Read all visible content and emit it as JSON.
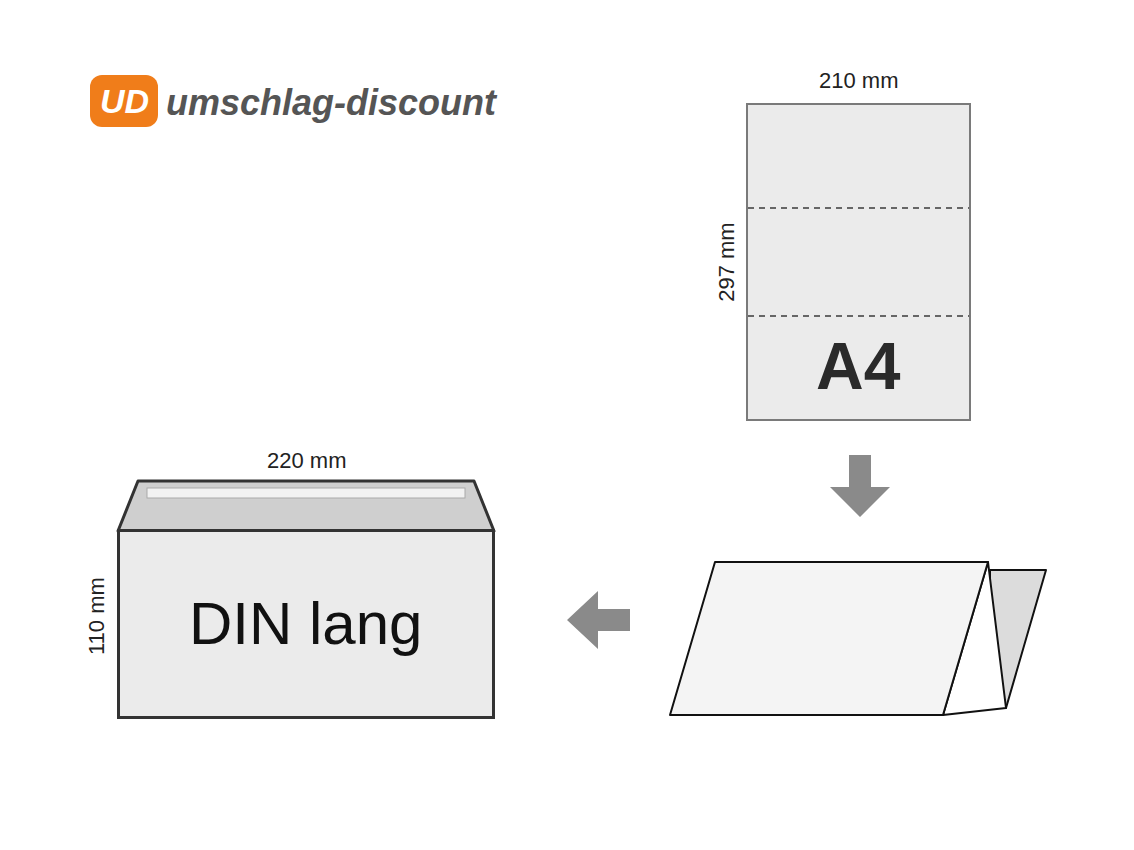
{
  "diagram": {
    "nodes": [
      {
        "text": [
          "A4"
        ]
      },
      {
        "text": [
          "DIN lang"
        ]
      }
    ],
    "labels": [
      "UD",
      "umschlag-discount",
      "210 mm",
      "297 mm",
      "220 mm",
      "110 mm"
    ]
  }
}
